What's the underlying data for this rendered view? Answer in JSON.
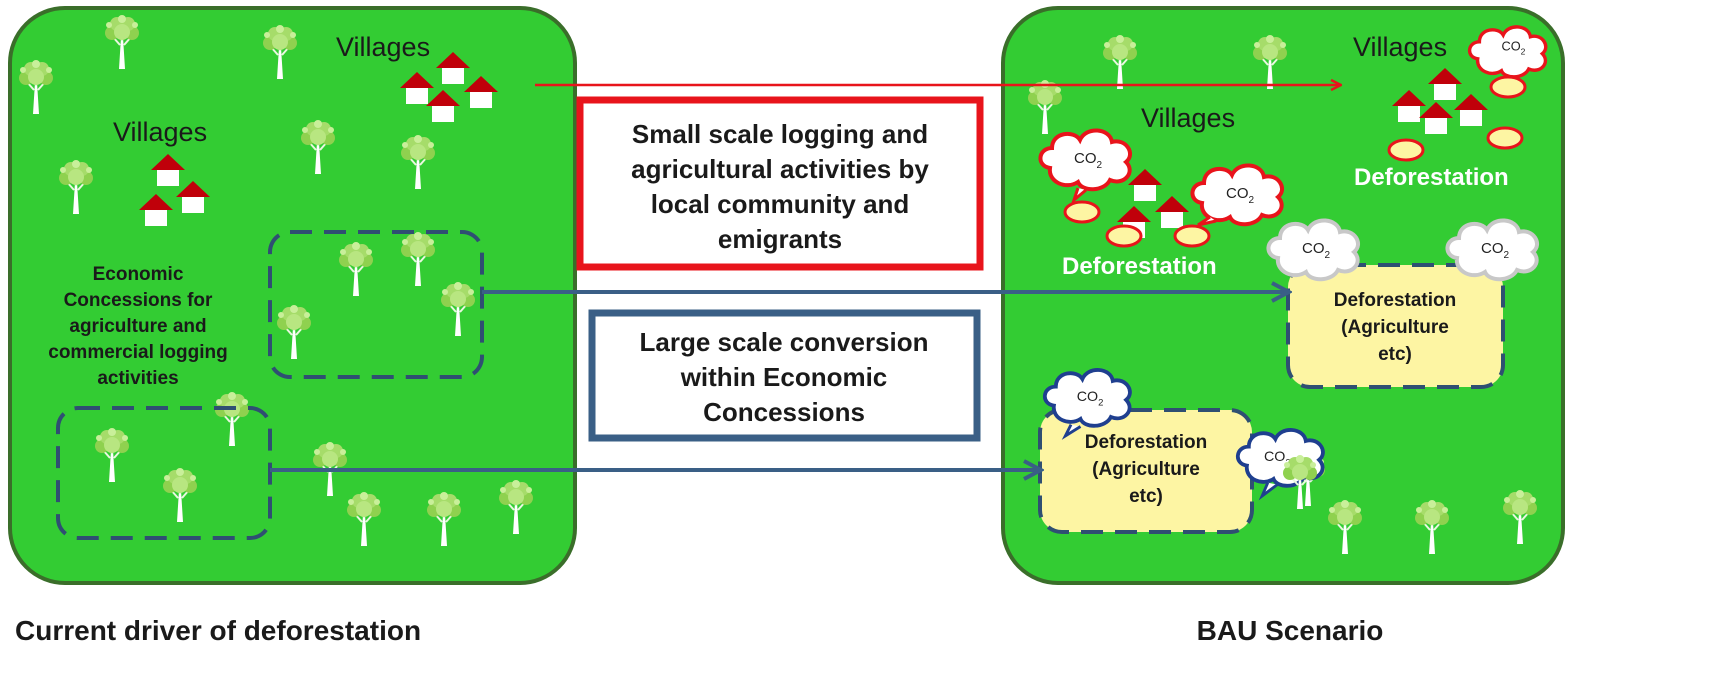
{
  "left_panel": {
    "caption": "Current driver of deforestation",
    "villages_top": "Villages",
    "villages_mid": "Villages",
    "concessions_label": [
      "Economic",
      "Concessions for",
      "agriculture  and",
      "commercial logging",
      "activities"
    ]
  },
  "right_panel": {
    "caption": "BAU Scenario",
    "villages_top": "Villages",
    "villages_mid": "Villages",
    "deforestation_left": "Deforestation",
    "deforestation_right": "Deforestation",
    "box_upper": [
      "Deforestation",
      "(Agriculture",
      "etc)"
    ],
    "box_lower": [
      "Deforestation",
      "(Agriculture",
      "etc)"
    ]
  },
  "center": {
    "red_box": [
      "Small scale logging and",
      "agricultural activities by",
      "local community and",
      "emigrants"
    ],
    "blue_box": [
      "Large scale conversion",
      "within Economic",
      "Concessions"
    ]
  },
  "co2": {
    "main": "CO",
    "sub": "2"
  },
  "colors": {
    "forest": "#33cc33",
    "red": "#e8141b",
    "blue": "#3a5f86",
    "cloud_red": "#e8141b",
    "cloud_grey": "#c8c8c8",
    "cloud_blue": "#1f3f8f",
    "yellow_box": "#fdf5a3",
    "house_roof": "#c0000a"
  }
}
